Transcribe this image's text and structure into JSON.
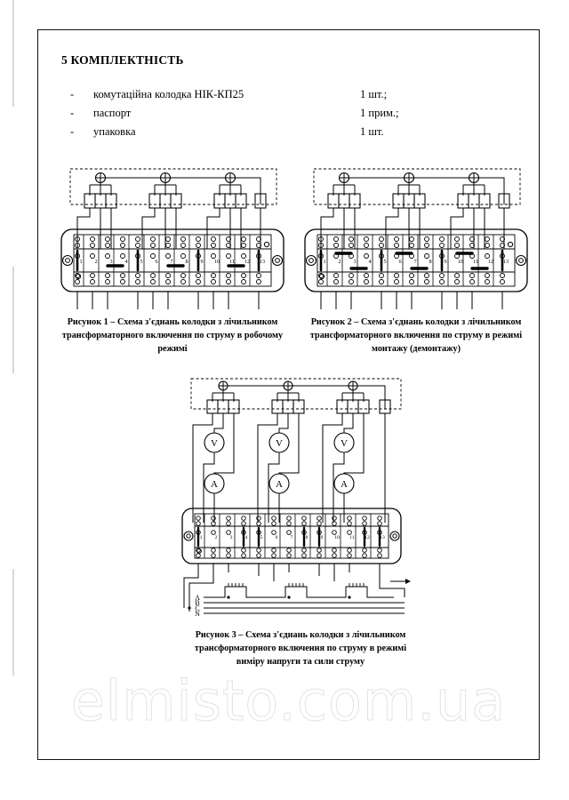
{
  "document": {
    "section_number": "5",
    "heading": "5 КОМПЛЕКТНІСТЬ",
    "watermark": "elmisto.com.ua",
    "parts_list": [
      {
        "bullet": "-",
        "name": "комутаційна колодка НІК-КП25",
        "qty": "1 шт.;"
      },
      {
        "bullet": "-",
        "name": "паспорт",
        "qty": "1 прим.;"
      },
      {
        "bullet": "-",
        "name": "упаковка",
        "qty": "1 шт."
      }
    ]
  },
  "figures": [
    {
      "id": "figure-1",
      "label": "Рисунок 1",
      "caption_line1": "Рисунок 1 – Схема з'єднань колодки з лічильником",
      "caption_line2": "трансформаторного включення по струму в робочому",
      "caption_line3": "режимі",
      "terminal_numbers": [
        "1",
        "2",
        "3",
        "4",
        "5",
        "6",
        "7",
        "8",
        "9",
        "10",
        "11",
        "12",
        "13"
      ],
      "transformer_count": 3,
      "transformer_symbol": "⊕",
      "jumpers": [
        [
          3,
          4
        ],
        [
          7,
          8
        ],
        [
          11,
          12
        ]
      ],
      "has_dashed_boundary": true
    },
    {
      "id": "figure-2",
      "label": "Рисунок 2",
      "caption_line1": "Рисунок 2 – Схема з'єднань колодки з лічильником",
      "caption_line2": "трансформаторного включення по струму в режимі",
      "caption_line3": "монтажу (демонтажу)",
      "terminal_numbers": [
        "1",
        "2",
        "3",
        "4",
        "5",
        "6",
        "7",
        "8",
        "9",
        "10",
        "11",
        "12",
        "13"
      ],
      "transformer_count": 3,
      "transformer_symbol": "⊕",
      "jumpers": [
        [
          2,
          3
        ],
        [
          3,
          4
        ],
        [
          6,
          7
        ],
        [
          7,
          8
        ],
        [
          10,
          11
        ],
        [
          11,
          12
        ]
      ],
      "has_dashed_boundary": true
    },
    {
      "id": "figure-3",
      "label": "Рисунок 3",
      "caption_line1": "Рисунок 3 – Схема з'єднань колодки з лічильником",
      "caption_line2": "трансформаторного включення по струму в режимі",
      "caption_line3": "виміру напруги та сили струму",
      "terminal_numbers": [
        "1",
        "2",
        "3",
        "4",
        "5",
        "6",
        "7",
        "8",
        "9",
        "10",
        "11",
        "12",
        "13"
      ],
      "transformer_count": 3,
      "transformer_symbol": "⊕",
      "voltmeter_label": "V",
      "ammeter_label": "A",
      "meter_count": 3,
      "phase_labels": [
        "A",
        "B",
        "C",
        "N"
      ],
      "has_dashed_boundary": true
    }
  ],
  "colors": {
    "ink": "#000000",
    "paper": "#ffffff",
    "border": "#111111",
    "watermark_stroke": "#e3e3e3"
  }
}
